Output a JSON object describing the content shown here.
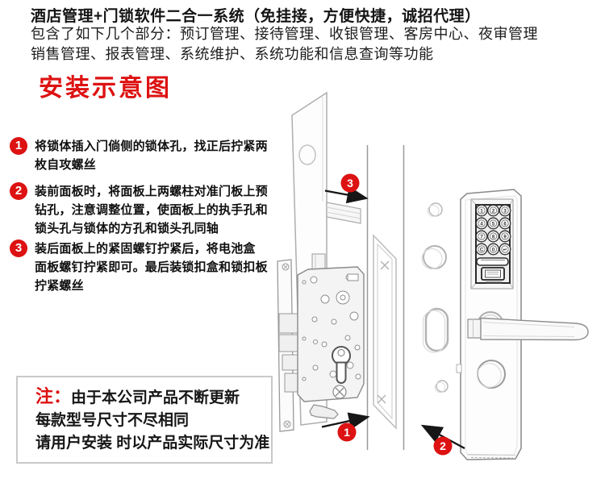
{
  "header": {
    "title": "酒店管理+门锁软件二合一系统（免挂接，方便快捷，诚招代理）",
    "description_line1": "包含了如下几个部分：预订管理、接待管理、收银管理、客房中心、夜审管理",
    "description_line2": "销售管理、报表管理、系统维护、系统功能和信息查询等功能",
    "section_title": "安装示意图"
  },
  "steps": [
    {
      "number": "1",
      "lines": [
        "将锁体插入门倘侧的锁体孔，找正后拧紧两",
        "枚自攻螺丝"
      ]
    },
    {
      "number": "2",
      "lines": [
        "装前面板时，将面板上两螺柱对准门板上预",
        "钻孔，注意调整位置，使面板上的执手孔和",
        "锁头孔与锁体的方孔和锁头孔同轴"
      ]
    },
    {
      "number": "3",
      "lines": [
        "装后面板上的紧固螺钉拧紧后，将电池盒",
        "面板螺钉拧紧即可。最后装锁扣盒和锁扣板",
        "拧紧螺丝"
      ]
    }
  ],
  "note": {
    "prefix": "注：",
    "line1": "由于本公司产品不断更新",
    "line2": "每款型号尺寸不尽相同",
    "line3": "请用户安装 时以产品实际尺寸为准"
  },
  "diagram": {
    "markers": [
      {
        "label": "1"
      },
      {
        "label": "2"
      },
      {
        "label": "3"
      }
    ],
    "keypad_keys": [
      "1",
      "2",
      "3",
      "4",
      "5",
      "6",
      "7",
      "8",
      "9",
      "C",
      "0",
      "↵"
    ],
    "colors": {
      "accent_red": "#dd1212",
      "line_gray": "#9a9a9a",
      "dark_line": "#161616",
      "note_border": "#c9c9c9"
    }
  }
}
